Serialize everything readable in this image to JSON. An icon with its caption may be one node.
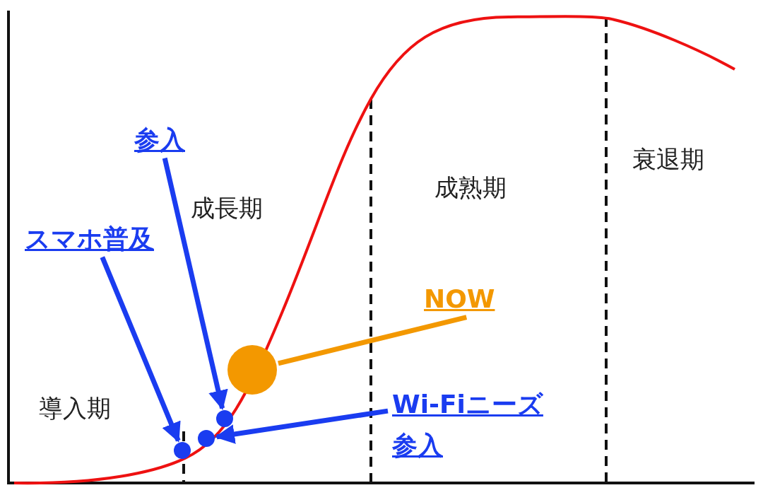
{
  "diagram": {
    "nodes": [
      {
        "text": [
          "参入"
        ]
      },
      {
        "text": [
          "スマホ普及"
        ]
      },
      {
        "text": [
          "NOW"
        ]
      },
      {
        "text": [],
        "shape": "circle"
      },
      {
        "text": [
          "Wi-Fiニーズ",
          "参入"
        ]
      },
      {
        "text": [],
        "shape": "circle"
      },
      {
        "text": [],
        "shape": "circle"
      },
      {
        "text": [],
        "shape": "circle"
      }
    ],
    "edges": [
      {
        "from": 0,
        "to": 7,
        "arrow": "to"
      },
      {
        "from": 1,
        "to": 5,
        "arrow": "to"
      },
      {
        "from": 2,
        "to": 3,
        "arrow": "none",
        "color": "#f39800"
      },
      {
        "from": 4,
        "to": 6,
        "arrow": "to"
      }
    ],
    "labels": [
      "成長期",
      "成熟期",
      "衰退期",
      "導入期"
    ]
  }
}
